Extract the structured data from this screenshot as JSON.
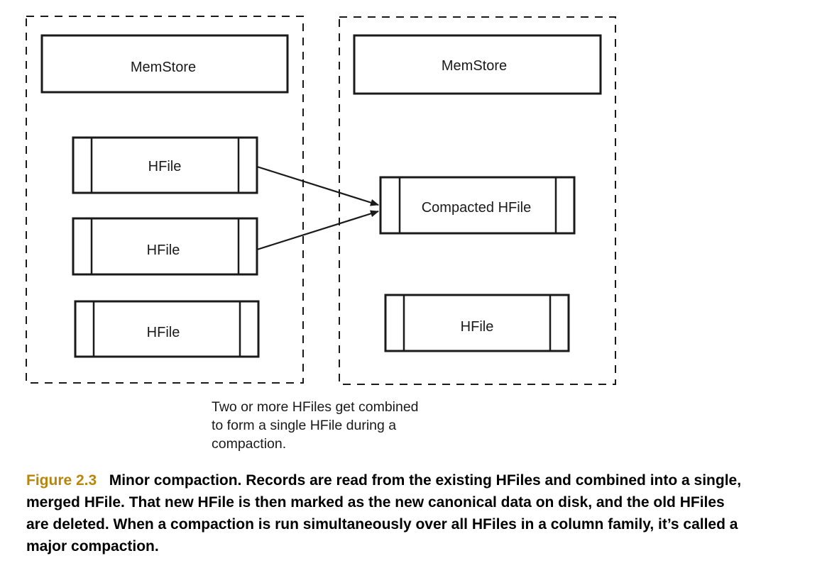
{
  "diagram": {
    "left_store": {
      "memstore_label": "MemStore",
      "hfiles": [
        "HFile",
        "HFile",
        "HFile"
      ]
    },
    "right_store": {
      "memstore_label": "MemStore",
      "compacted_label": "Compacted HFile",
      "hfile_label": "HFile"
    },
    "annotation_lines": [
      "Two or more HFiles get combined",
      "to form a single HFile during a",
      "compaction."
    ]
  },
  "caption": {
    "label": "Figure 2.3",
    "label_color": "#b8860b",
    "lines": [
      "Minor compaction. Records are read from the existing HFiles and combined into a single,",
      "merged HFile. That new HFile is then marked as the new canonical data on disk, and the old HFiles",
      "are deleted. When a compaction is run simultaneously over all HFiles in a column family, it’s called a",
      "major compaction."
    ]
  }
}
